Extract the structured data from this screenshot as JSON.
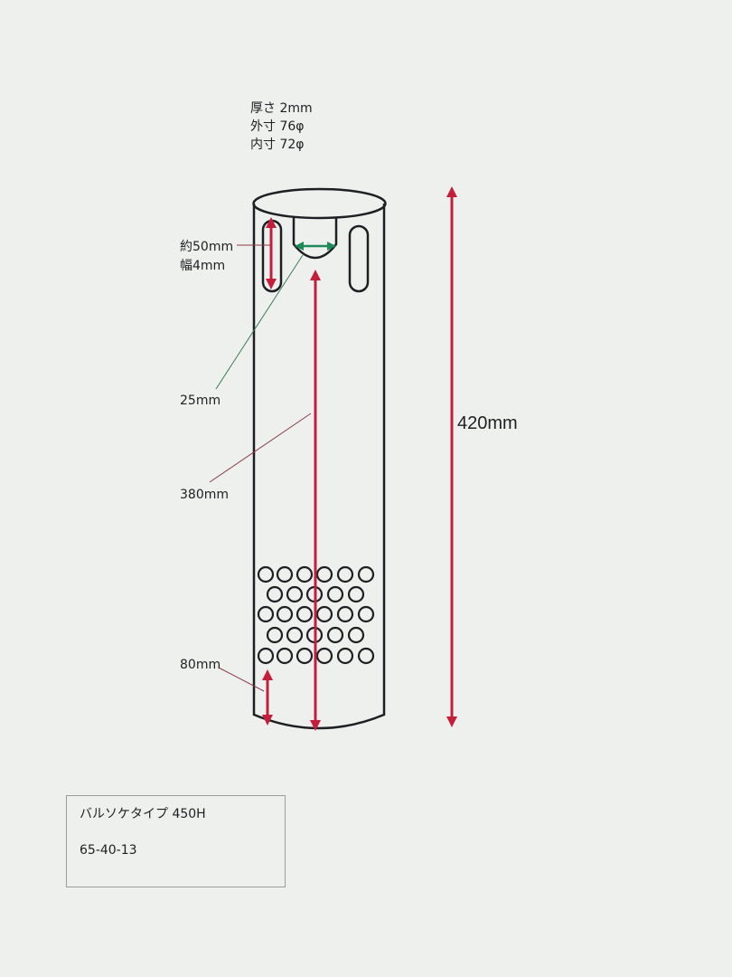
{
  "specs": {
    "thickness": "厚さ  2mm",
    "outer_diameter": "外寸  76φ",
    "inner_diameter": "内寸  72φ"
  },
  "dimensions": {
    "slot_length": "約50mm",
    "slot_width": "幅4mm",
    "notch_width": "25mm",
    "inner_length": "380mm",
    "total_length": "420mm",
    "bottom_offset": "80mm"
  },
  "perforation": {
    "rows": [
      6,
      5,
      6,
      5,
      6
    ]
  },
  "title_box": {
    "name": "バルソケタイプ  450H",
    "code": "65-40-13"
  },
  "colors": {
    "outline": "#1e1f22",
    "dimension_red": "#c41e3a",
    "dimension_green": "#1f8a57",
    "leader_green": "#3a7a55",
    "leader_red": "#8a3a44",
    "background": "#eef0ee"
  }
}
